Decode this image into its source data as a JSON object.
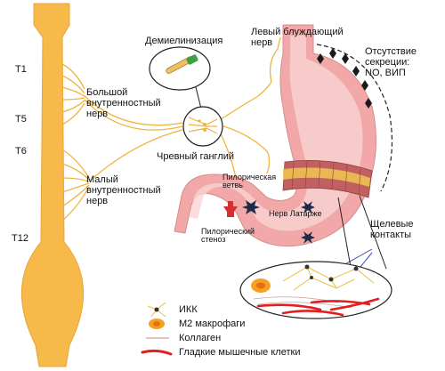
{
  "spine_levels": [
    "T1",
    "T5",
    "T6",
    "T12"
  ],
  "labels": {
    "demyelination": "Демиелинизация",
    "greater_nerve": "Большой\nвнутренностный\nнерв",
    "lesser_nerve": "Малый\nвнутренностный\nнерв",
    "celiac_ganglion": "Чревный ганглий",
    "vagus_nerve": "Левый блуждающий\nнерв",
    "secretion_absence": "Отсутствие\nсекреции:\nNO, ВИП",
    "pyloric_branch": "Пилорическая\nветвь",
    "latarjet_nerve": "Нерв Латарже",
    "pyloric_stenosis": "Пилорический\nстеноз",
    "gap_junctions": "Щелевые\nконтакты"
  },
  "legend": [
    {
      "label": "ИКК",
      "icon": "icc-cell-icon"
    },
    {
      "label": "М2 макрофаги",
      "icon": "macrophage-icon"
    },
    {
      "label": "Коллаген",
      "icon": "collagen-line-icon"
    },
    {
      "label": "Гладкие мышечные клетки",
      "icon": "smooth-muscle-icon"
    }
  ],
  "colors": {
    "spine": "#f6b94a",
    "nerve": "#efb43e",
    "stomach": "#f2a8a8",
    "stomach_light": "#f9d3d3",
    "muscle": "#c06060",
    "arrow": "#d33030",
    "muscle_cell": "#e02020"
  }
}
